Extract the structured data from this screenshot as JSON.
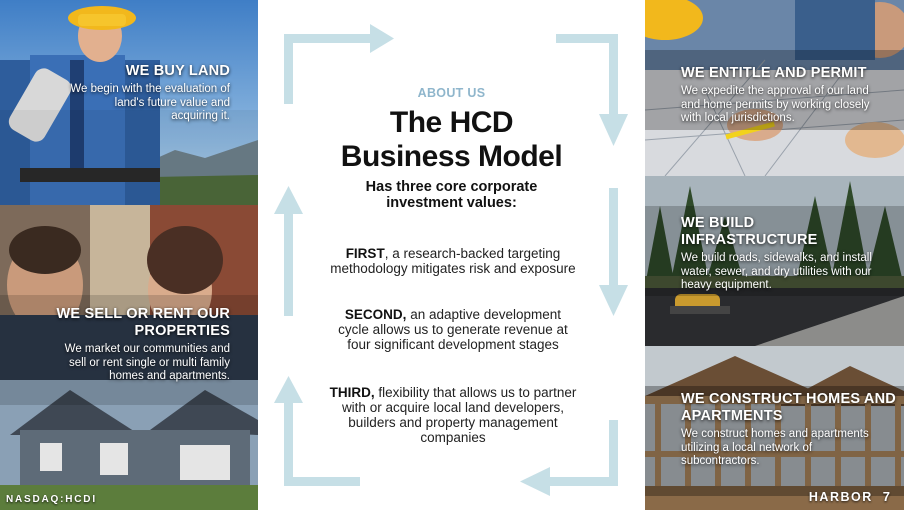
{
  "center": {
    "about_label": "ABOUT US",
    "title_line1": "The HCD",
    "title_line2": "Business Model",
    "subtitle_line1": "Has three core corporate",
    "subtitle_line2": "investment values:",
    "values": [
      {
        "lead": "FIRST",
        "text": ", a research-backed targeting methodology mitigates risk and exposure"
      },
      {
        "lead": "SECOND,",
        "text": " an adaptive development cycle allows us to generate revenue at four significant development stages"
      },
      {
        "lead": "THIRD,",
        "text": " flexibility that allows us to partner with or acquire local land developers, builders and property management companies"
      }
    ]
  },
  "left": {
    "buy_land": {
      "heading": "WE BUY LAND",
      "body": "We begin with the evaluation of land's future value and acquiring it."
    },
    "sell_rent": {
      "heading": "WE SELL OR RENT OUR PROPERTIES",
      "body": "We market our communities and sell or rent single or multi family homes and apartments."
    }
  },
  "right": {
    "entitle": {
      "heading": "WE ENTITLE AND PERMIT",
      "body": "We expedite the approval of our land and home permits by working closely with local jurisdictions."
    },
    "infrastructure": {
      "heading": "WE BUILD INFRASTRUCTURE",
      "body": "We build roads, sidewalks, and install water, sewer, and dry utilities with our heavy equipment."
    },
    "construct": {
      "heading": "WE CONSTRUCT HOMES AND APARTMENTS",
      "body": "We construct homes and apartments utilizing a local network of subcontractors."
    }
  },
  "footer": {
    "ticker": "NASDAQ:HCDI",
    "logo": "HARBOR",
    "page_number": "7"
  },
  "colors": {
    "arrow": "#c6dfe6",
    "accent": "#8fb6cc"
  }
}
